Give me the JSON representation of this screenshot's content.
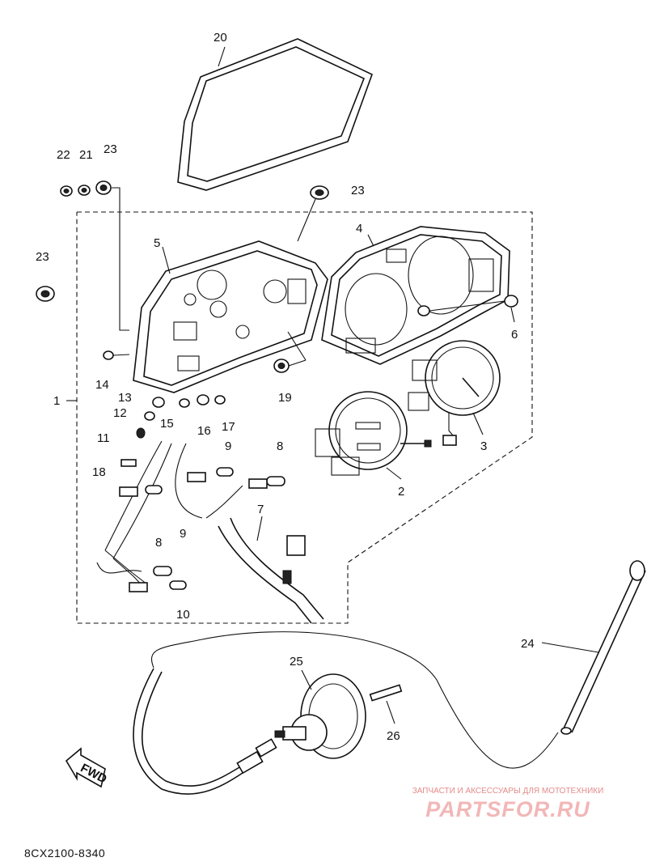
{
  "diagram": {
    "callouts": [
      "1",
      "2",
      "3",
      "4",
      "5",
      "6",
      "7",
      "8",
      "8",
      "9",
      "9",
      "10",
      "11",
      "12",
      "13",
      "14",
      "15",
      "16",
      "17",
      "18",
      "19",
      "20",
      "21",
      "22",
      "23",
      "23",
      "23",
      "24",
      "25",
      "26"
    ],
    "direction_marker": "FWD"
  },
  "footer": {
    "drawing_code": "8CX2100-8340"
  },
  "watermark": {
    "caption": "ЗАПЧАСТИ И АКСЕССУАРЫ ДЛЯ МОТОТЕХНИКИ",
    "logo": "PARTSFOR.RU"
  }
}
